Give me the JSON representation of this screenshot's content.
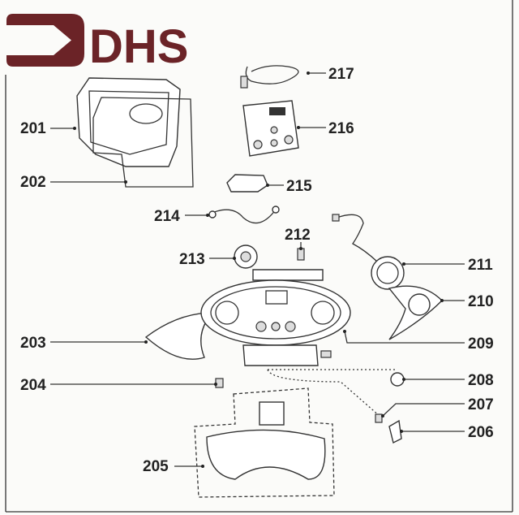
{
  "logo": {
    "text": "DHS",
    "color": "#6b2327"
  },
  "callouts": [
    {
      "id": "201",
      "label": "201"
    },
    {
      "id": "202",
      "label": "202"
    },
    {
      "id": "203",
      "label": "203"
    },
    {
      "id": "204",
      "label": "204"
    },
    {
      "id": "205",
      "label": "205"
    },
    {
      "id": "206",
      "label": "206"
    },
    {
      "id": "207",
      "label": "207"
    },
    {
      "id": "208",
      "label": "208"
    },
    {
      "id": "209",
      "label": "209"
    },
    {
      "id": "210",
      "label": "210"
    },
    {
      "id": "211",
      "label": "211"
    },
    {
      "id": "212",
      "label": "212"
    },
    {
      "id": "213",
      "label": "213"
    },
    {
      "id": "214",
      "label": "214"
    },
    {
      "id": "215",
      "label": "215"
    },
    {
      "id": "216",
      "label": "216"
    },
    {
      "id": "217",
      "label": "217"
    }
  ]
}
